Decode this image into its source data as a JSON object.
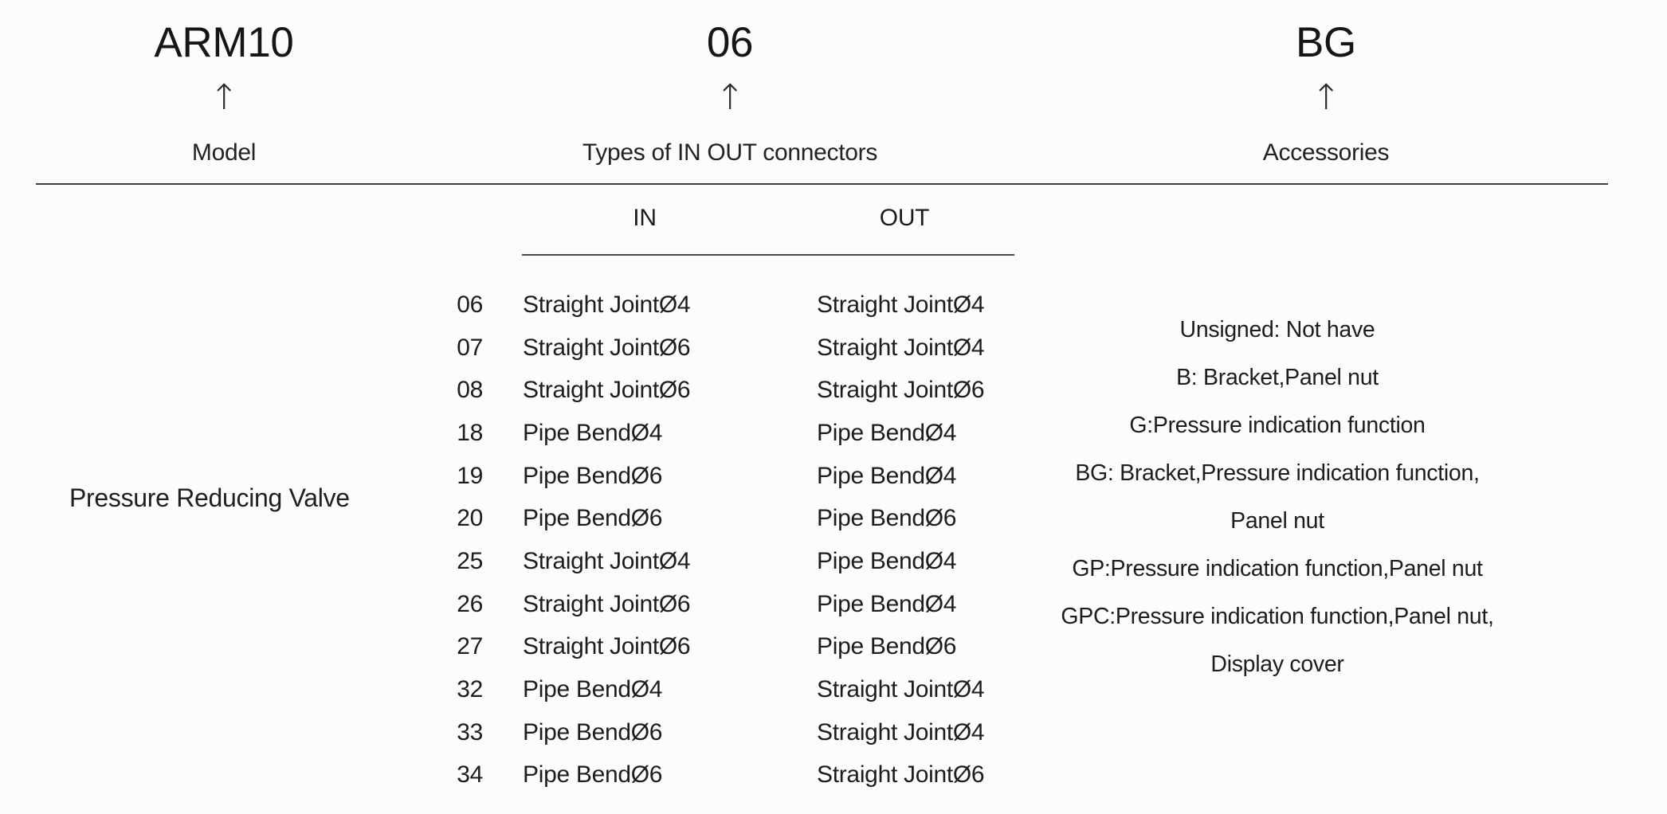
{
  "colors": {
    "background": "#fcfcfc",
    "text": "#1f1f1f",
    "rule": "#3f3f3f"
  },
  "breakdown": {
    "arrow_icon": "↑",
    "segments": [
      {
        "code": "ARM10",
        "label": "Model"
      },
      {
        "code": "06",
        "label": "Types of IN OUT connectors"
      },
      {
        "code": "BG",
        "label": "Accessories"
      }
    ]
  },
  "model": {
    "name": "Pressure Reducing Valve"
  },
  "connector_table": {
    "col_in": "IN",
    "col_out": "OUT",
    "rows": [
      {
        "code": "06",
        "in": "Straight JointØ4",
        "out": "Straight JointØ4"
      },
      {
        "code": "07",
        "in": "Straight JointØ6",
        "out": "Straight JointØ4"
      },
      {
        "code": "08",
        "in": "Straight JointØ6",
        "out": "Straight JointØ6"
      },
      {
        "code": "18",
        "in": "Pipe BendØ4",
        "out": "Pipe BendØ4"
      },
      {
        "code": "19",
        "in": "Pipe BendØ6",
        "out": "Pipe BendØ4"
      },
      {
        "code": "20",
        "in": "Pipe BendØ6",
        "out": "Pipe BendØ6"
      },
      {
        "code": "25",
        "in": "Straight JointØ4",
        "out": "Pipe BendØ4"
      },
      {
        "code": "26",
        "in": "Straight JointØ6",
        "out": "Pipe BendØ4"
      },
      {
        "code": "27",
        "in": "Straight JointØ6",
        "out": "Pipe BendØ6"
      },
      {
        "code": "32",
        "in": "Pipe BendØ4",
        "out": "Straight JointØ4"
      },
      {
        "code": "33",
        "in": "Pipe BendØ6",
        "out": "Straight JointØ4"
      },
      {
        "code": "34",
        "in": "Pipe BendØ6",
        "out": "Straight JointØ6"
      }
    ]
  },
  "accessories": {
    "lines": [
      "Unsigned: Not have",
      "B: Bracket,Panel nut",
      "G:Pressure indication function",
      "BG: Bracket,Pressure indication function,",
      "Panel nut",
      "GP:Pressure indication function,Panel nut",
      "GPC:Pressure indication function,Panel nut,",
      "Display cover"
    ]
  }
}
